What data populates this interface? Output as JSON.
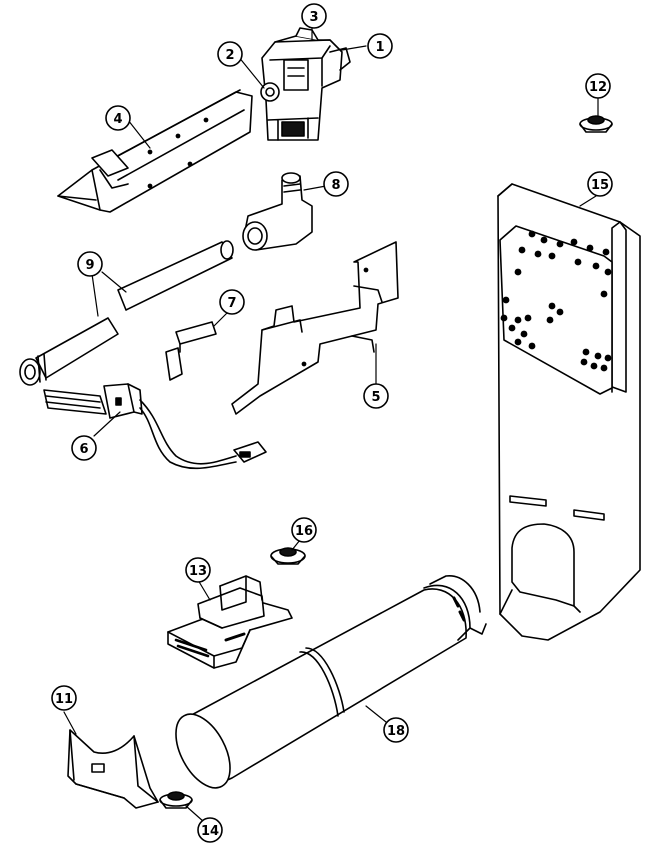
{
  "callouts": [
    {
      "id": "c1",
      "label": "1",
      "part": "gas-valve-body"
    },
    {
      "id": "c2",
      "label": "2",
      "part": "valve-coil"
    },
    {
      "id": "c3",
      "label": "3",
      "part": "valve-solenoid"
    },
    {
      "id": "c4",
      "label": "4",
      "part": "burner-assembly"
    },
    {
      "id": "c5",
      "label": "5",
      "part": "burner-bracket"
    },
    {
      "id": "c6",
      "label": "6",
      "part": "igniter"
    },
    {
      "id": "c7",
      "label": "7",
      "part": "igniter-bracket"
    },
    {
      "id": "c8",
      "label": "8",
      "part": "elbow-fitting"
    },
    {
      "id": "c9",
      "label": "9",
      "part": "pipe-nipple"
    },
    {
      "id": "c11",
      "label": "11",
      "part": "support-bracket"
    },
    {
      "id": "c12",
      "label": "12",
      "part": "thermostat"
    },
    {
      "id": "c13",
      "label": "13",
      "part": "flame-sensor-mount"
    },
    {
      "id": "c14",
      "label": "14",
      "part": "thermal-fuse"
    },
    {
      "id": "c15",
      "label": "15",
      "part": "burner-housing-panel"
    },
    {
      "id": "c16",
      "label": "16",
      "part": "thermostat-cutoff"
    },
    {
      "id": "c18",
      "label": "18",
      "part": "combustion-chamber"
    }
  ]
}
